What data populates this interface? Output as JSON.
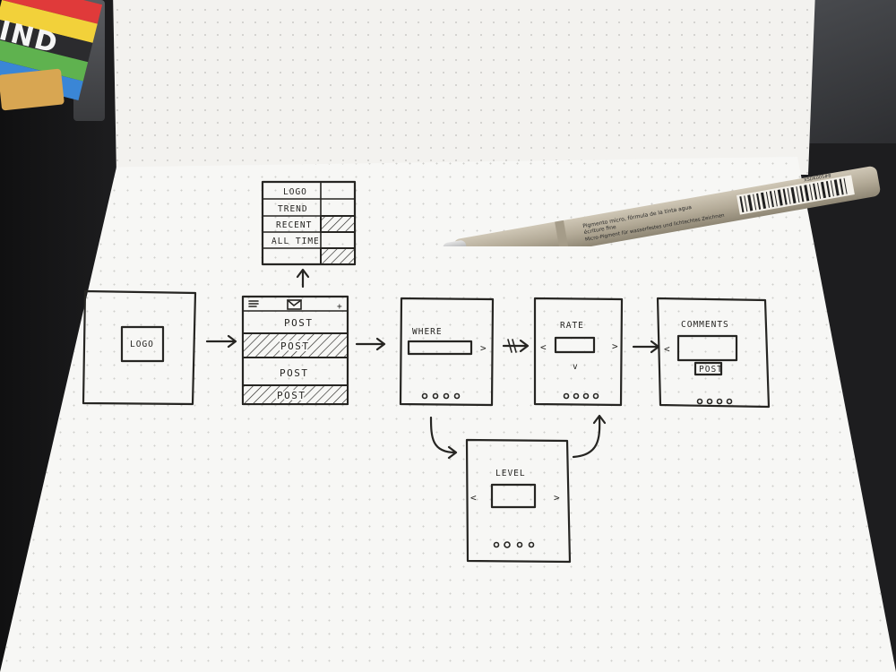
{
  "sketch": {
    "splash": {
      "logo": "LOGO"
    },
    "menu": {
      "items": [
        "LOGO",
        "TREND",
        "RECENT",
        "ALL TIME"
      ]
    },
    "feed": {
      "posts": [
        "POST",
        "POST",
        "POST",
        "POST"
      ],
      "plus": "+"
    },
    "where": {
      "title": "WHERE",
      "arrow": ">"
    },
    "rate": {
      "title": "RATE",
      "left": "<",
      "right": ">",
      "chevron": "v"
    },
    "comments": {
      "title": "COMMENTS",
      "left": "<",
      "button": "POST"
    },
    "level": {
      "title": "LEVEL",
      "left": "<",
      "right": ">"
    }
  },
  "marker_label": "IND",
  "pen": {
    "line1": "Pigmento micro, fórmula de la tinta agua",
    "line2": "écriture fine",
    "line3": "Micro-Pigment für wasserfestes und lichtechtes Zeichnen",
    "code": "XSDK005#8"
  },
  "colors": {
    "paper": "#f7f7f5",
    "ink": "#262522",
    "pen_body": "#b7ae9c",
    "background": "#1d1d1f"
  }
}
